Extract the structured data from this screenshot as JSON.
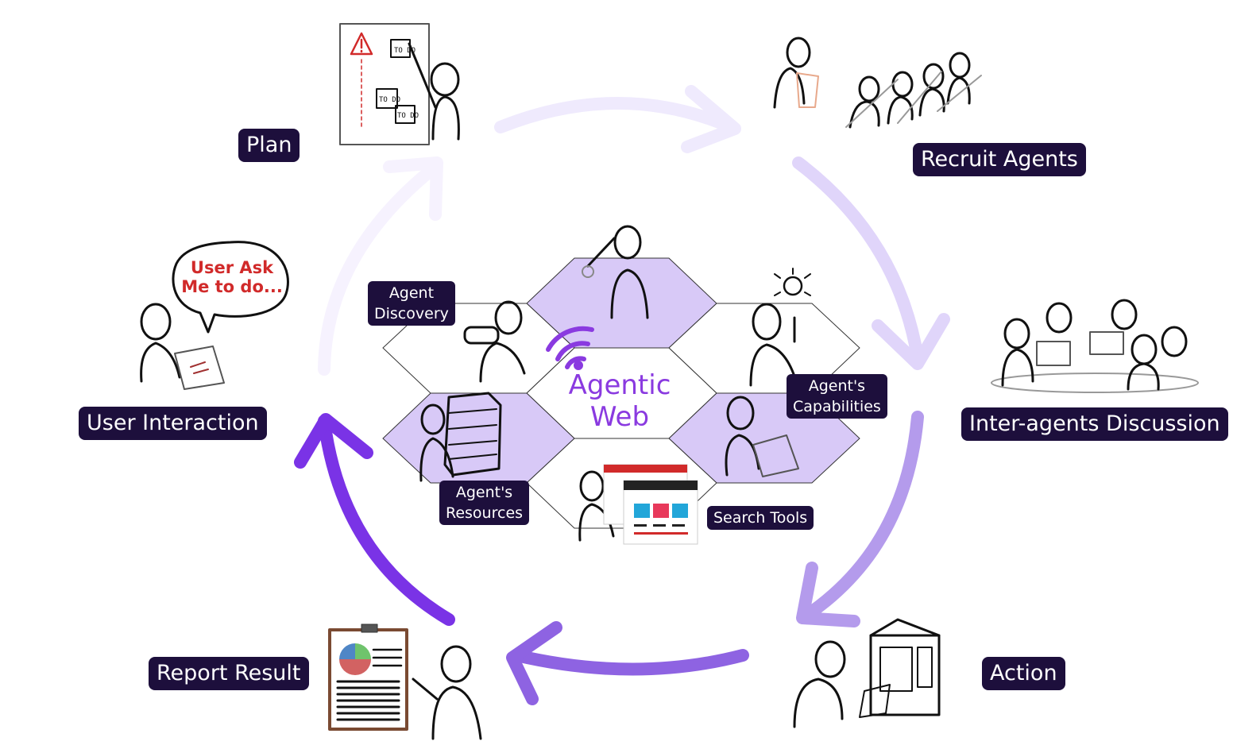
{
  "center": {
    "title": "Agentic\nWeb"
  },
  "cycle_steps": {
    "plan": "Plan",
    "recruit_agents": "Recruit Agents",
    "inter_agents_discussion": "Inter-agents Discussion",
    "action": "Action",
    "report_result": "Report Result",
    "user_interaction": "User Interaction"
  },
  "hex_labels": {
    "agent_discovery": "Agent\nDiscovery",
    "agents_capabilities": "Agent's\nCapabilities",
    "agents_resources": "Agent's\nResources",
    "search_tools": "Search Tools"
  },
  "speech_bubble": {
    "text": "User Ask\nMe to do..."
  },
  "sketch_text": {
    "todo_1": "TO DO",
    "todo_2": "TO DO",
    "todo_3": "TO DO"
  },
  "colors": {
    "label_bg": "#1d0f3c",
    "accent": "#8a3ae0",
    "hex_fill": "#d8c9f7",
    "alert": "#d12a2a"
  }
}
